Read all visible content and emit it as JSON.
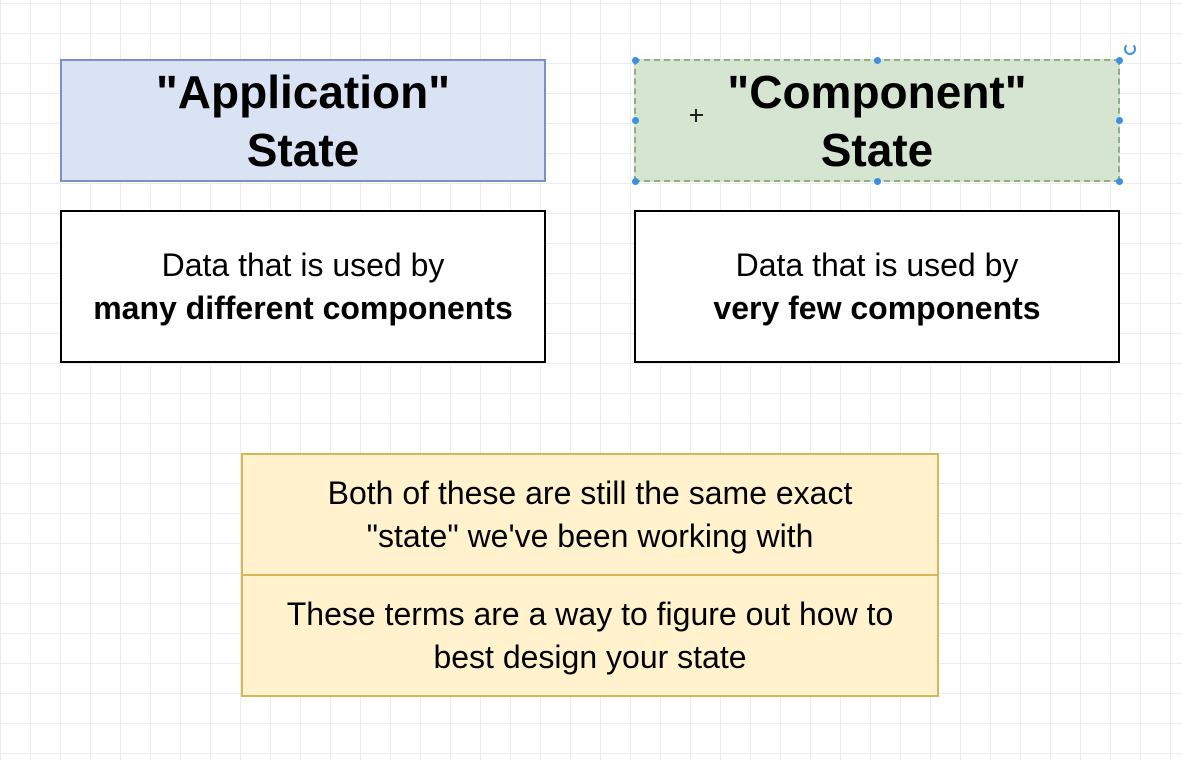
{
  "application_state": {
    "title_line1": "\"Application\"",
    "title_line2": "State",
    "desc_line1": "Data that is used by",
    "desc_line2": "many different components",
    "fill_color": "#dae3f3",
    "border_color": "#7f8fc4"
  },
  "component_state": {
    "title_line1": "\"Component\"",
    "title_line2": "State",
    "desc_line1": "Data that is used by",
    "desc_line2": "very few components",
    "fill_color": "#d6e5d2",
    "border_color": "#8fb07f",
    "selected": true
  },
  "notes": {
    "top_line1": "Both of these are still the same exact",
    "top_line2": "\"state\" we've been working with",
    "bottom_line1": "These terms are a way to figure out how to",
    "bottom_line2": "best design your state",
    "fill_color": "#fff2cc",
    "border_color": "#d6b656"
  },
  "selection_handle_color": "#3d8fe0"
}
